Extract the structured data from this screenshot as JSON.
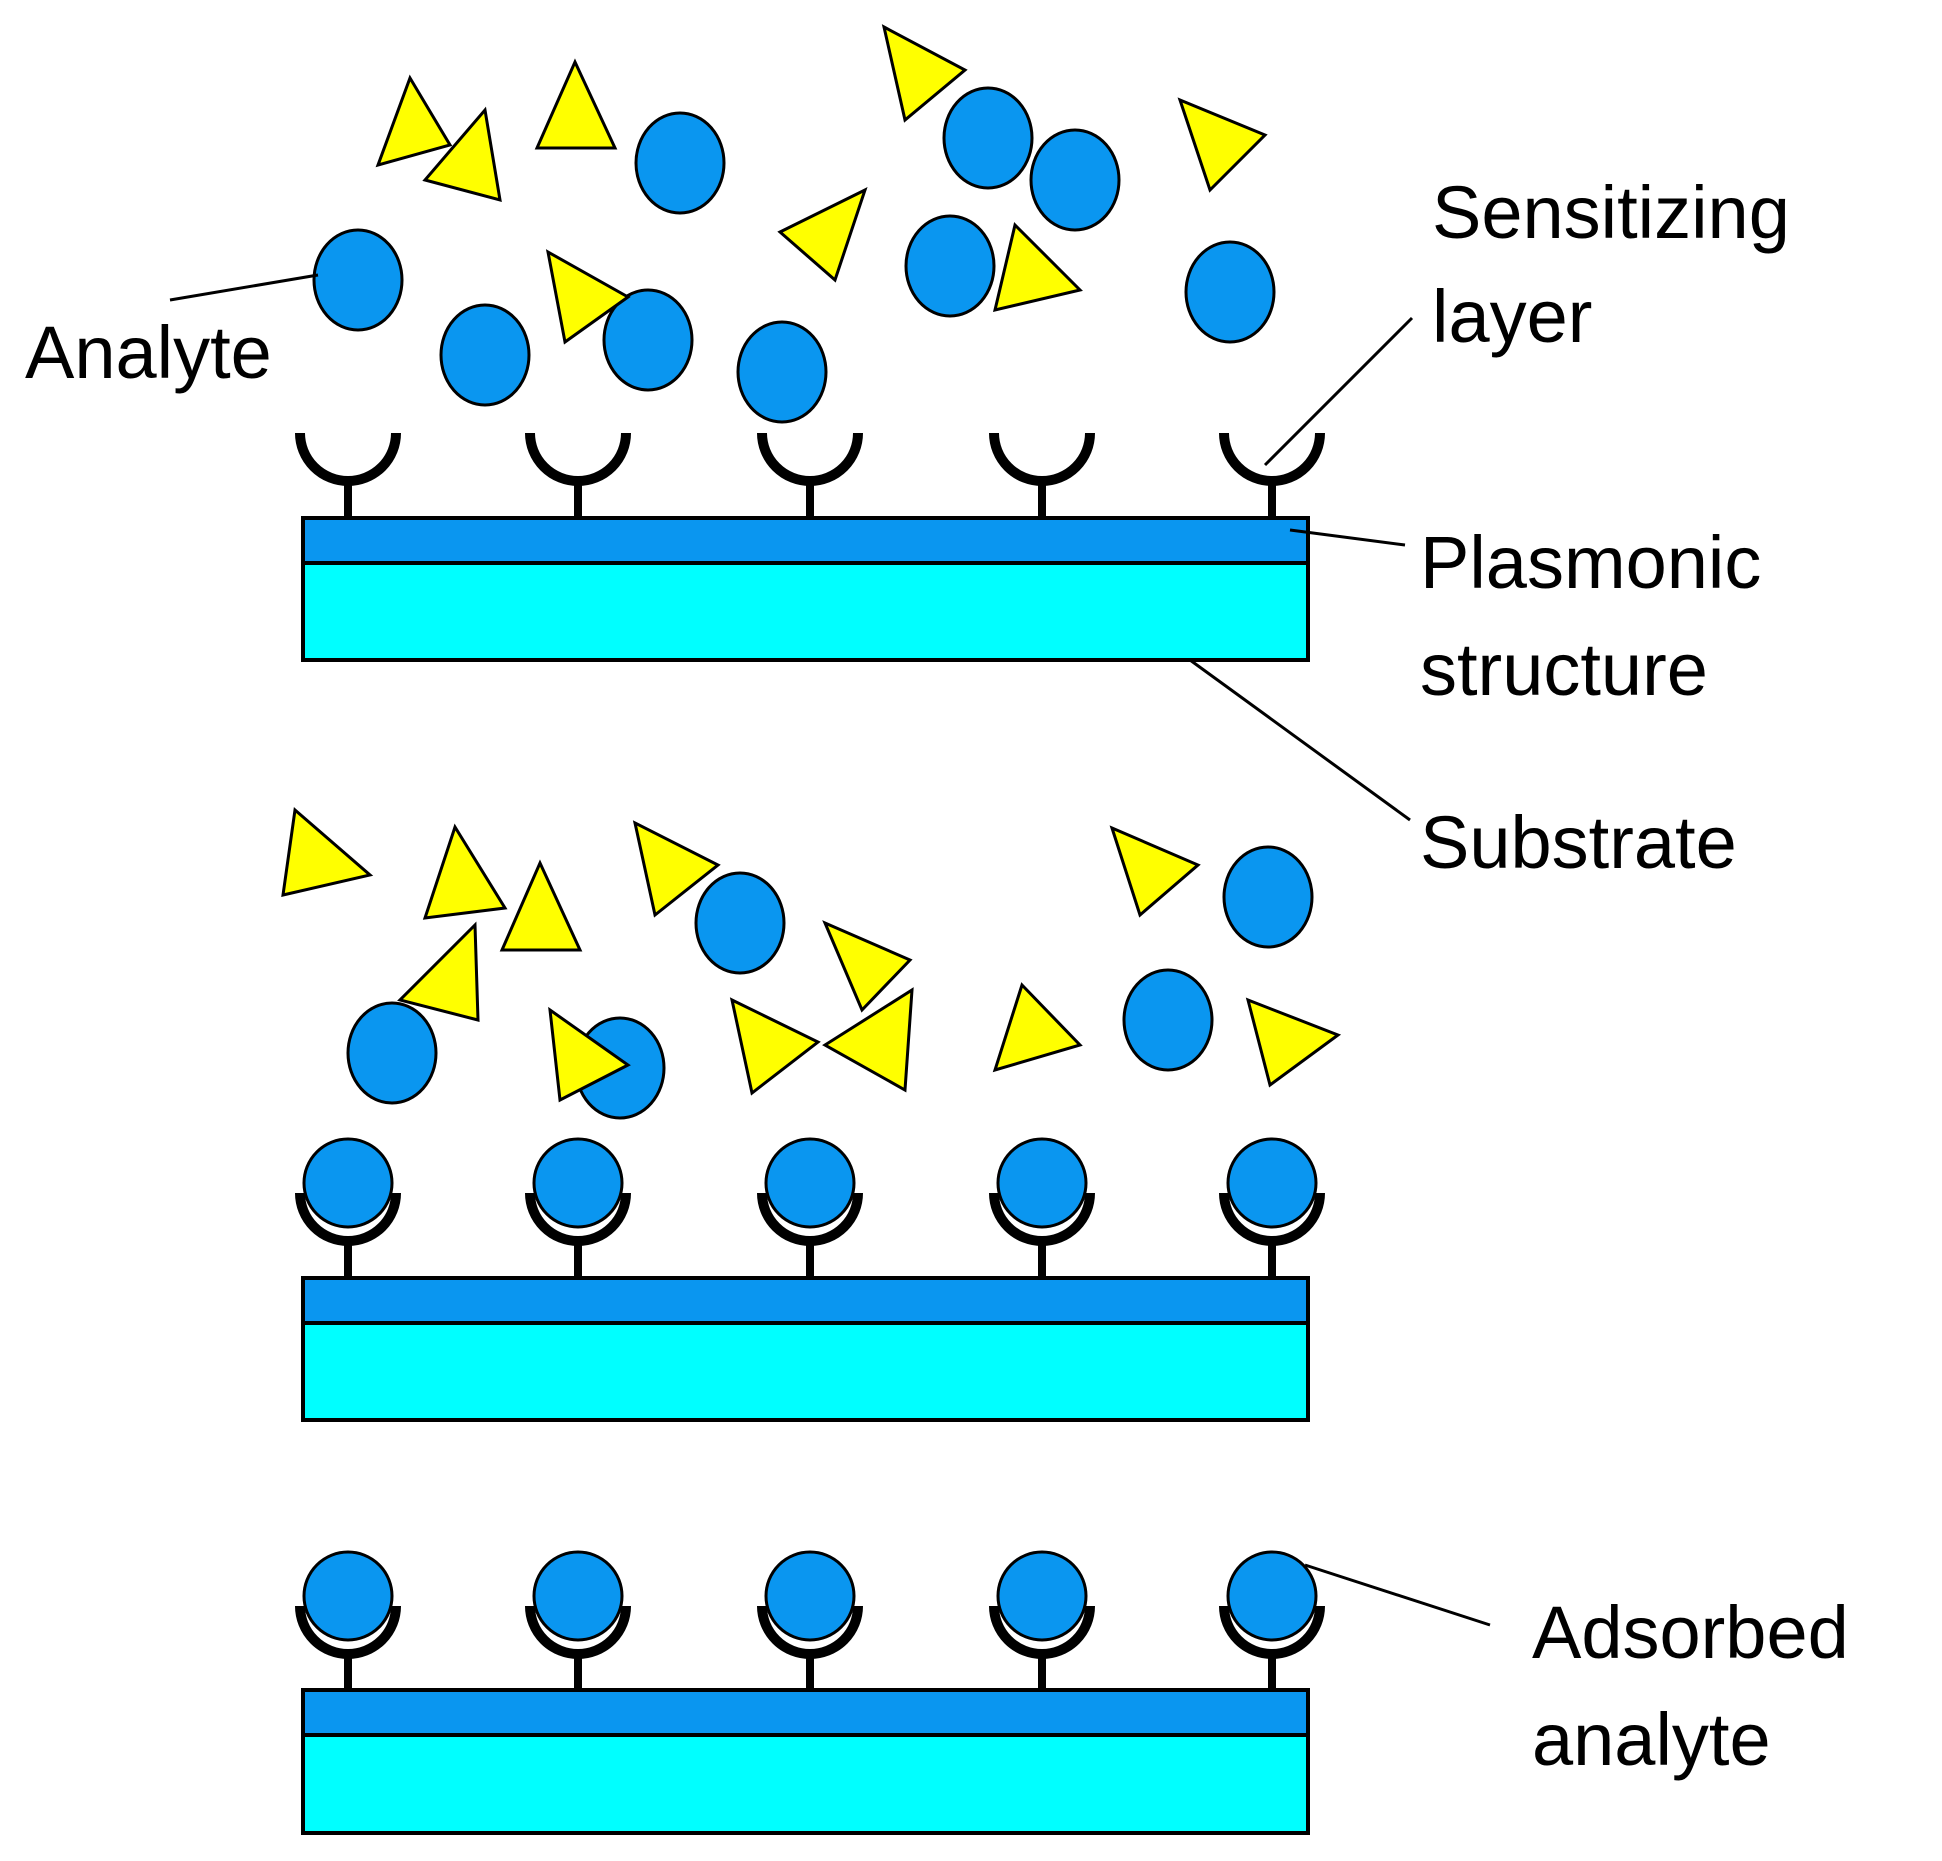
{
  "labels": {
    "analyte": "Analyte",
    "sensitizing_line1": "Sensitizing",
    "sensitizing_line2": "layer",
    "plasmonic_line1": "Plasmonic",
    "plasmonic_line2": "structure",
    "substrate": "Substrate",
    "adsorbed_line1": "Adsorbed",
    "adsorbed_line2": "analyte"
  },
  "colors": {
    "analyte": "#0a96f0",
    "interferent": "#ffff00",
    "plasmonic": "#0a96f0",
    "substrate": "#00ffff",
    "receptor": "#000000"
  },
  "panels": [
    {
      "name": "before-binding",
      "receptors_bound": false,
      "receptor_count": 5
    },
    {
      "name": "during-binding",
      "receptors_bound": true,
      "receptor_count": 5
    },
    {
      "name": "after-rinse",
      "receptors_bound": true,
      "receptor_count": 5
    }
  ]
}
